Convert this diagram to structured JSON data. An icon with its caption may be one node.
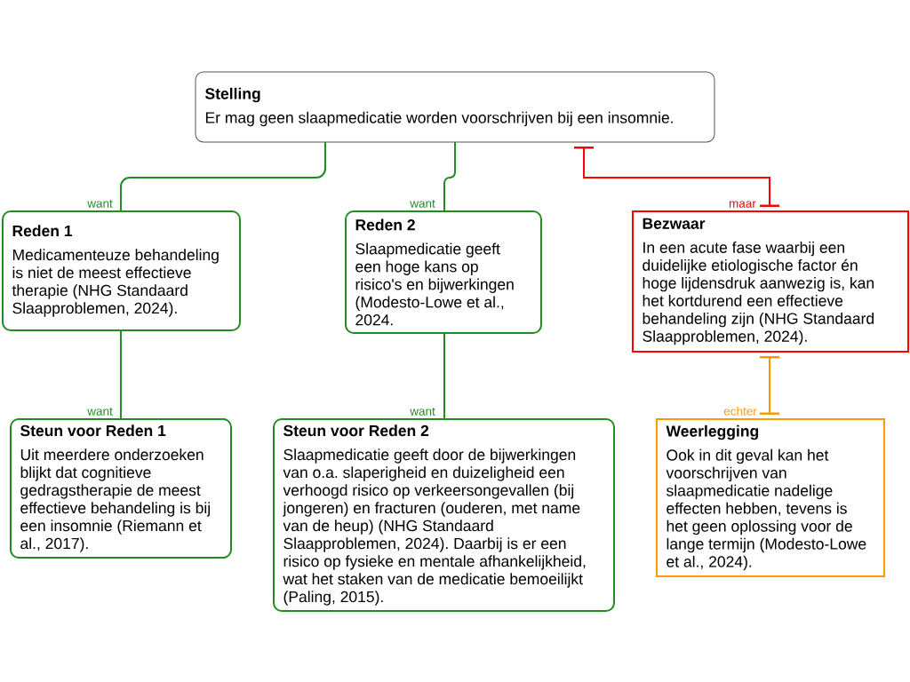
{
  "diagram": {
    "nodes": [
      {
        "text": [
          "Stelling",
          "Er mag geen slaapmedicatie worden voorschrijven bij een insomnie."
        ]
      },
      {
        "text": [
          "Reden 1",
          "Medicamenteuze behandeling is niet de meest effectieve therapie (NHG Standaard Slaapproblemen, 2024)."
        ]
      },
      {
        "text": [
          "Reden 2",
          "Slaapmedicatie geeft een hoge kans op risico's en bijwerkingen (Modesto-Lowe et al., 2024."
        ]
      },
      {
        "text": [
          "Bezwaar",
          "In een acute fase waarbij een duidelijke etiologische factor én hoge lijdensdruk aanwezig is, kan het kortdurend een effectieve behandeling zijn (NHG Standaard Slaapproblemen, 2024)."
        ]
      },
      {
        "text": [
          "Steun voor Reden 1",
          "Uit meerdere onderzoeken blijkt dat cognitieve gedragstherapie de meest effectieve behandeling is bij een insomnie (Riemann et al., 2017)."
        ]
      },
      {
        "text": [
          "Steun voor Reden 2",
          "Slaapmedicatie geeft door de bijwerkingen van o.a. slaperigheid en duizeligheid een verhoogd risico op verkeersongevallen (bij jongeren) en fracturen (ouderen, met name van de heup) (NHG Standaard Slaapproblemen, 2024). Daarbij is er een risico op fysieke en mentale afhankelijkheid, wat het staken van de medicatie bemoeilijkt (Paling, 2015)."
        ]
      },
      {
        "text": [
          "Weerlegging",
          "Ook in dit geval kan het voorschrijven van slaapmedicatie nadelige effecten hebben, tevens is het geen oplossing voor de lange termijn (Modesto-Lowe et al., 2024)."
        ]
      }
    ],
    "edges": [
      {
        "from": 1,
        "to": 0,
        "arrow": "none",
        "label": "want"
      },
      {
        "from": 2,
        "to": 0,
        "arrow": "none",
        "label": "want"
      },
      {
        "from": 3,
        "to": 0,
        "arrow": "other",
        "label": "maar",
        "color": "#ff0000"
      },
      {
        "from": 4,
        "to": 1,
        "arrow": "none",
        "label": "want"
      },
      {
        "from": 5,
        "to": 2,
        "arrow": "none",
        "label": "want"
      },
      {
        "from": 6,
        "to": 3,
        "arrow": "other",
        "label": "echter",
        "color": "#ff9900"
      }
    ]
  }
}
